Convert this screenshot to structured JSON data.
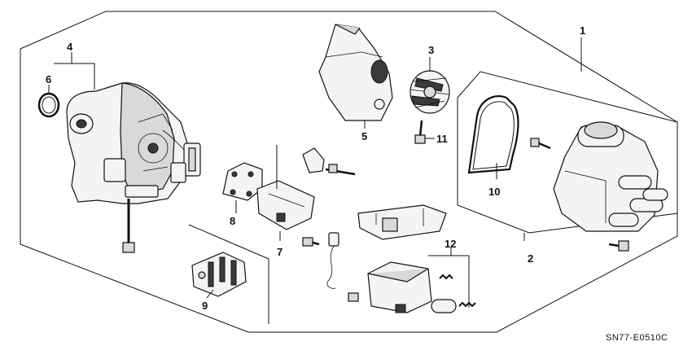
{
  "callouts": {
    "c1": "1",
    "c2": "2",
    "c3": "3",
    "c4": "4",
    "c5": "5",
    "c6": "6",
    "c7": "7",
    "c8": "8",
    "c9": "9",
    "c10": "10",
    "c11": "11",
    "c12": "12"
  },
  "diagram_code": "SN77-E0510C"
}
